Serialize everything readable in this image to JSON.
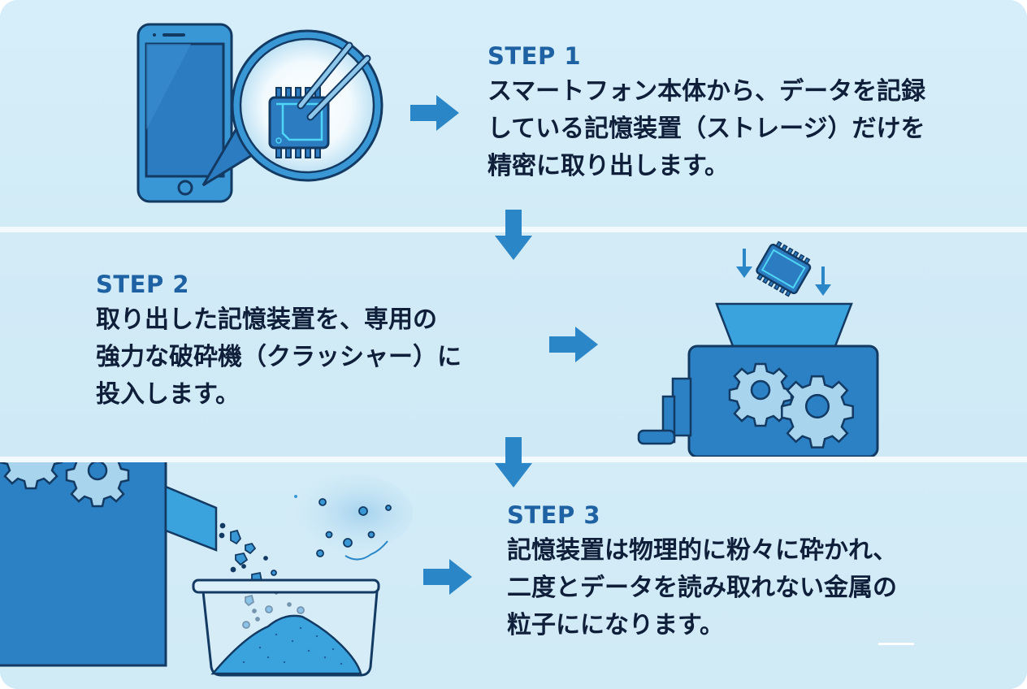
{
  "steps": [
    {
      "title": "STEP 1",
      "lines": [
        "スマートフォン本体から、データを記録",
        "している記憶装置（ストレージ）だけを",
        "精密に取り出します。"
      ]
    },
    {
      "title": "STEP 2",
      "lines": [
        "取り出した記憶装置を、専用の",
        "強力な破砕機（クラッシャー）に",
        "投入します。"
      ]
    },
    {
      "title": "STEP 3",
      "lines": [
        "記憶装置は物理的に粉々に砕かれ、",
        "二度とデータを読み取れない金属の",
        "粒子にになります。"
      ]
    }
  ],
  "illustrations": {
    "step1": "smartphone-with-magnified-chip-and-tweezers",
    "step2": "chip-falling-into-crusher-machine",
    "step3": "crusher-outputting-metal-particles-into-container"
  },
  "colors": {
    "background": "#d3ecf7",
    "separator": "#f4fbfe",
    "accent_blue": "#2a86c7",
    "dark_outline": "#123a63",
    "step_title": "#1f62a3",
    "body_text": "#0f1f3a"
  }
}
